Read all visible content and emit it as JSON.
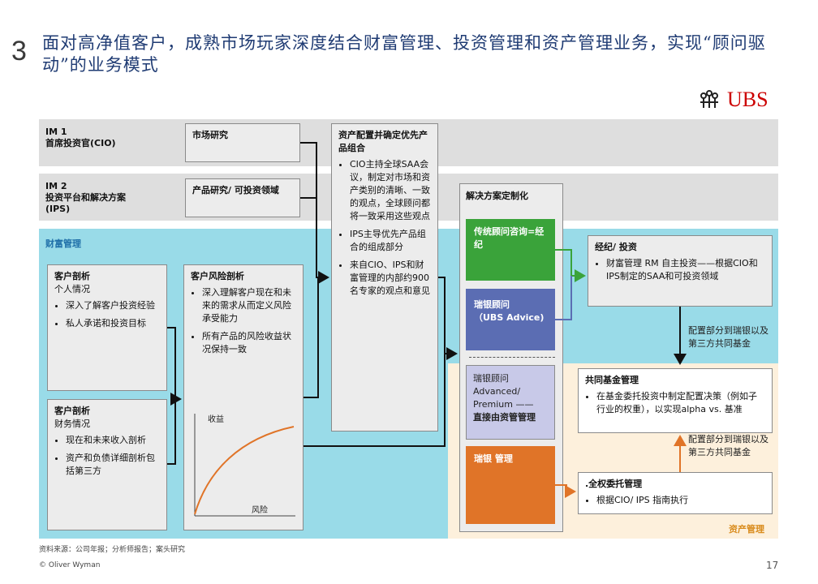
{
  "header": {
    "section_number": "3",
    "title": "面对高净值客户，成熟市场玩家深度结合财富管理、投资管理和资产管理业务，实现“顾问驱动”的业务模式",
    "logo_text": "UBS"
  },
  "im1": {
    "code": "IM 1",
    "name": "首席投资官(CIO)",
    "box": "市场研究"
  },
  "im2": {
    "code": "IM 2",
    "name": "投资平台和解决方案",
    "name2": "(IPS)",
    "box": "产品研究/ 可投资领域"
  },
  "saa": {
    "title": "资产配置并确定优先产品组合",
    "bullets": [
      "CIO主持全球SAA会议，制定对市场和资产类别的清晰、一致的观点，全球顾问都将一致采用这些观点",
      "IPS主导优先产品组合的组成部分",
      "来自CIO、IPS和财富管理的内部约900名专家的观点和意见"
    ]
  },
  "wealth_label": "财富管理",
  "asset_label": "资产管理",
  "profile1": {
    "title": "客户剖析",
    "subtitle": "个人情况",
    "bullets": [
      "深入了解客户投资经验",
      "私人承诺和投资目标"
    ]
  },
  "profile2": {
    "title": "客户剖析",
    "subtitle": "财务情况",
    "bullets": [
      "现在和未来收入剖析",
      "资产和负债详细剖析包括第三方"
    ]
  },
  "risk": {
    "title": "客户风险剖析",
    "bullets": [
      "深入理解客户现在和未来的需求从而定义风险承受能力",
      "所有产品的风险收益状况保持一致"
    ],
    "chart_ylabel": "收益",
    "chart_xlabel": "风险"
  },
  "solutions": {
    "title": "解决方案定制化",
    "s1": "传统顾问咨询=经纪",
    "s2a": "瑞银顾问",
    "s2b": "（UBS Advice)",
    "s3a": "瑞银顾问",
    "s3b": "Advanced/",
    "s3c": "Premium ——",
    "s3d": "直接由资管管理",
    "s4": "瑞银 管理"
  },
  "brokerage": {
    "title": "经纪/ 投资",
    "bullet": "财富管理 RM 自主投资——根据CIO和IPS制定的SAA和可投资领域"
  },
  "note1": "配置部分到瑞银以及第三方共同基金",
  "mutual": {
    "title": "共同基金管理",
    "bullet": "在基金委托投资中制定配置决策（例如子行业的权重），以实现alpha vs. 基准"
  },
  "note2": "配置部分到瑞银以及第三方共同基金",
  "discretionary": {
    "title": ".全权委托管理",
    "bullet": "根据CIO/ IPS 指南执行"
  },
  "footer": {
    "source": "资料来源：公司年报；分析师报告；案头研究",
    "copyright": "© Oliver Wyman",
    "page": "17"
  },
  "colors": {
    "title": "#1f3b73",
    "wealth_bg": "#99dbe8",
    "asset_bg": "#fdf0dc",
    "green": "#3aa33a",
    "blue": "#5b6db3",
    "orange": "#e07428",
    "logo_red": "#cc0000"
  }
}
